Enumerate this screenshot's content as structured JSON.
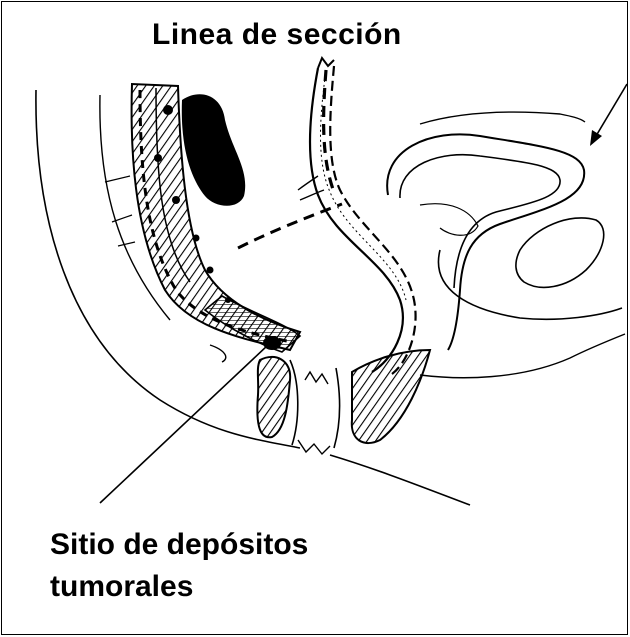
{
  "labels": {
    "section_line": "Linea de sección",
    "deposit_site_line1": "Sitio de depósitos",
    "deposit_site_line2": "tumorales"
  },
  "colors": {
    "ink": "#000000",
    "paper": "#ffffff"
  }
}
